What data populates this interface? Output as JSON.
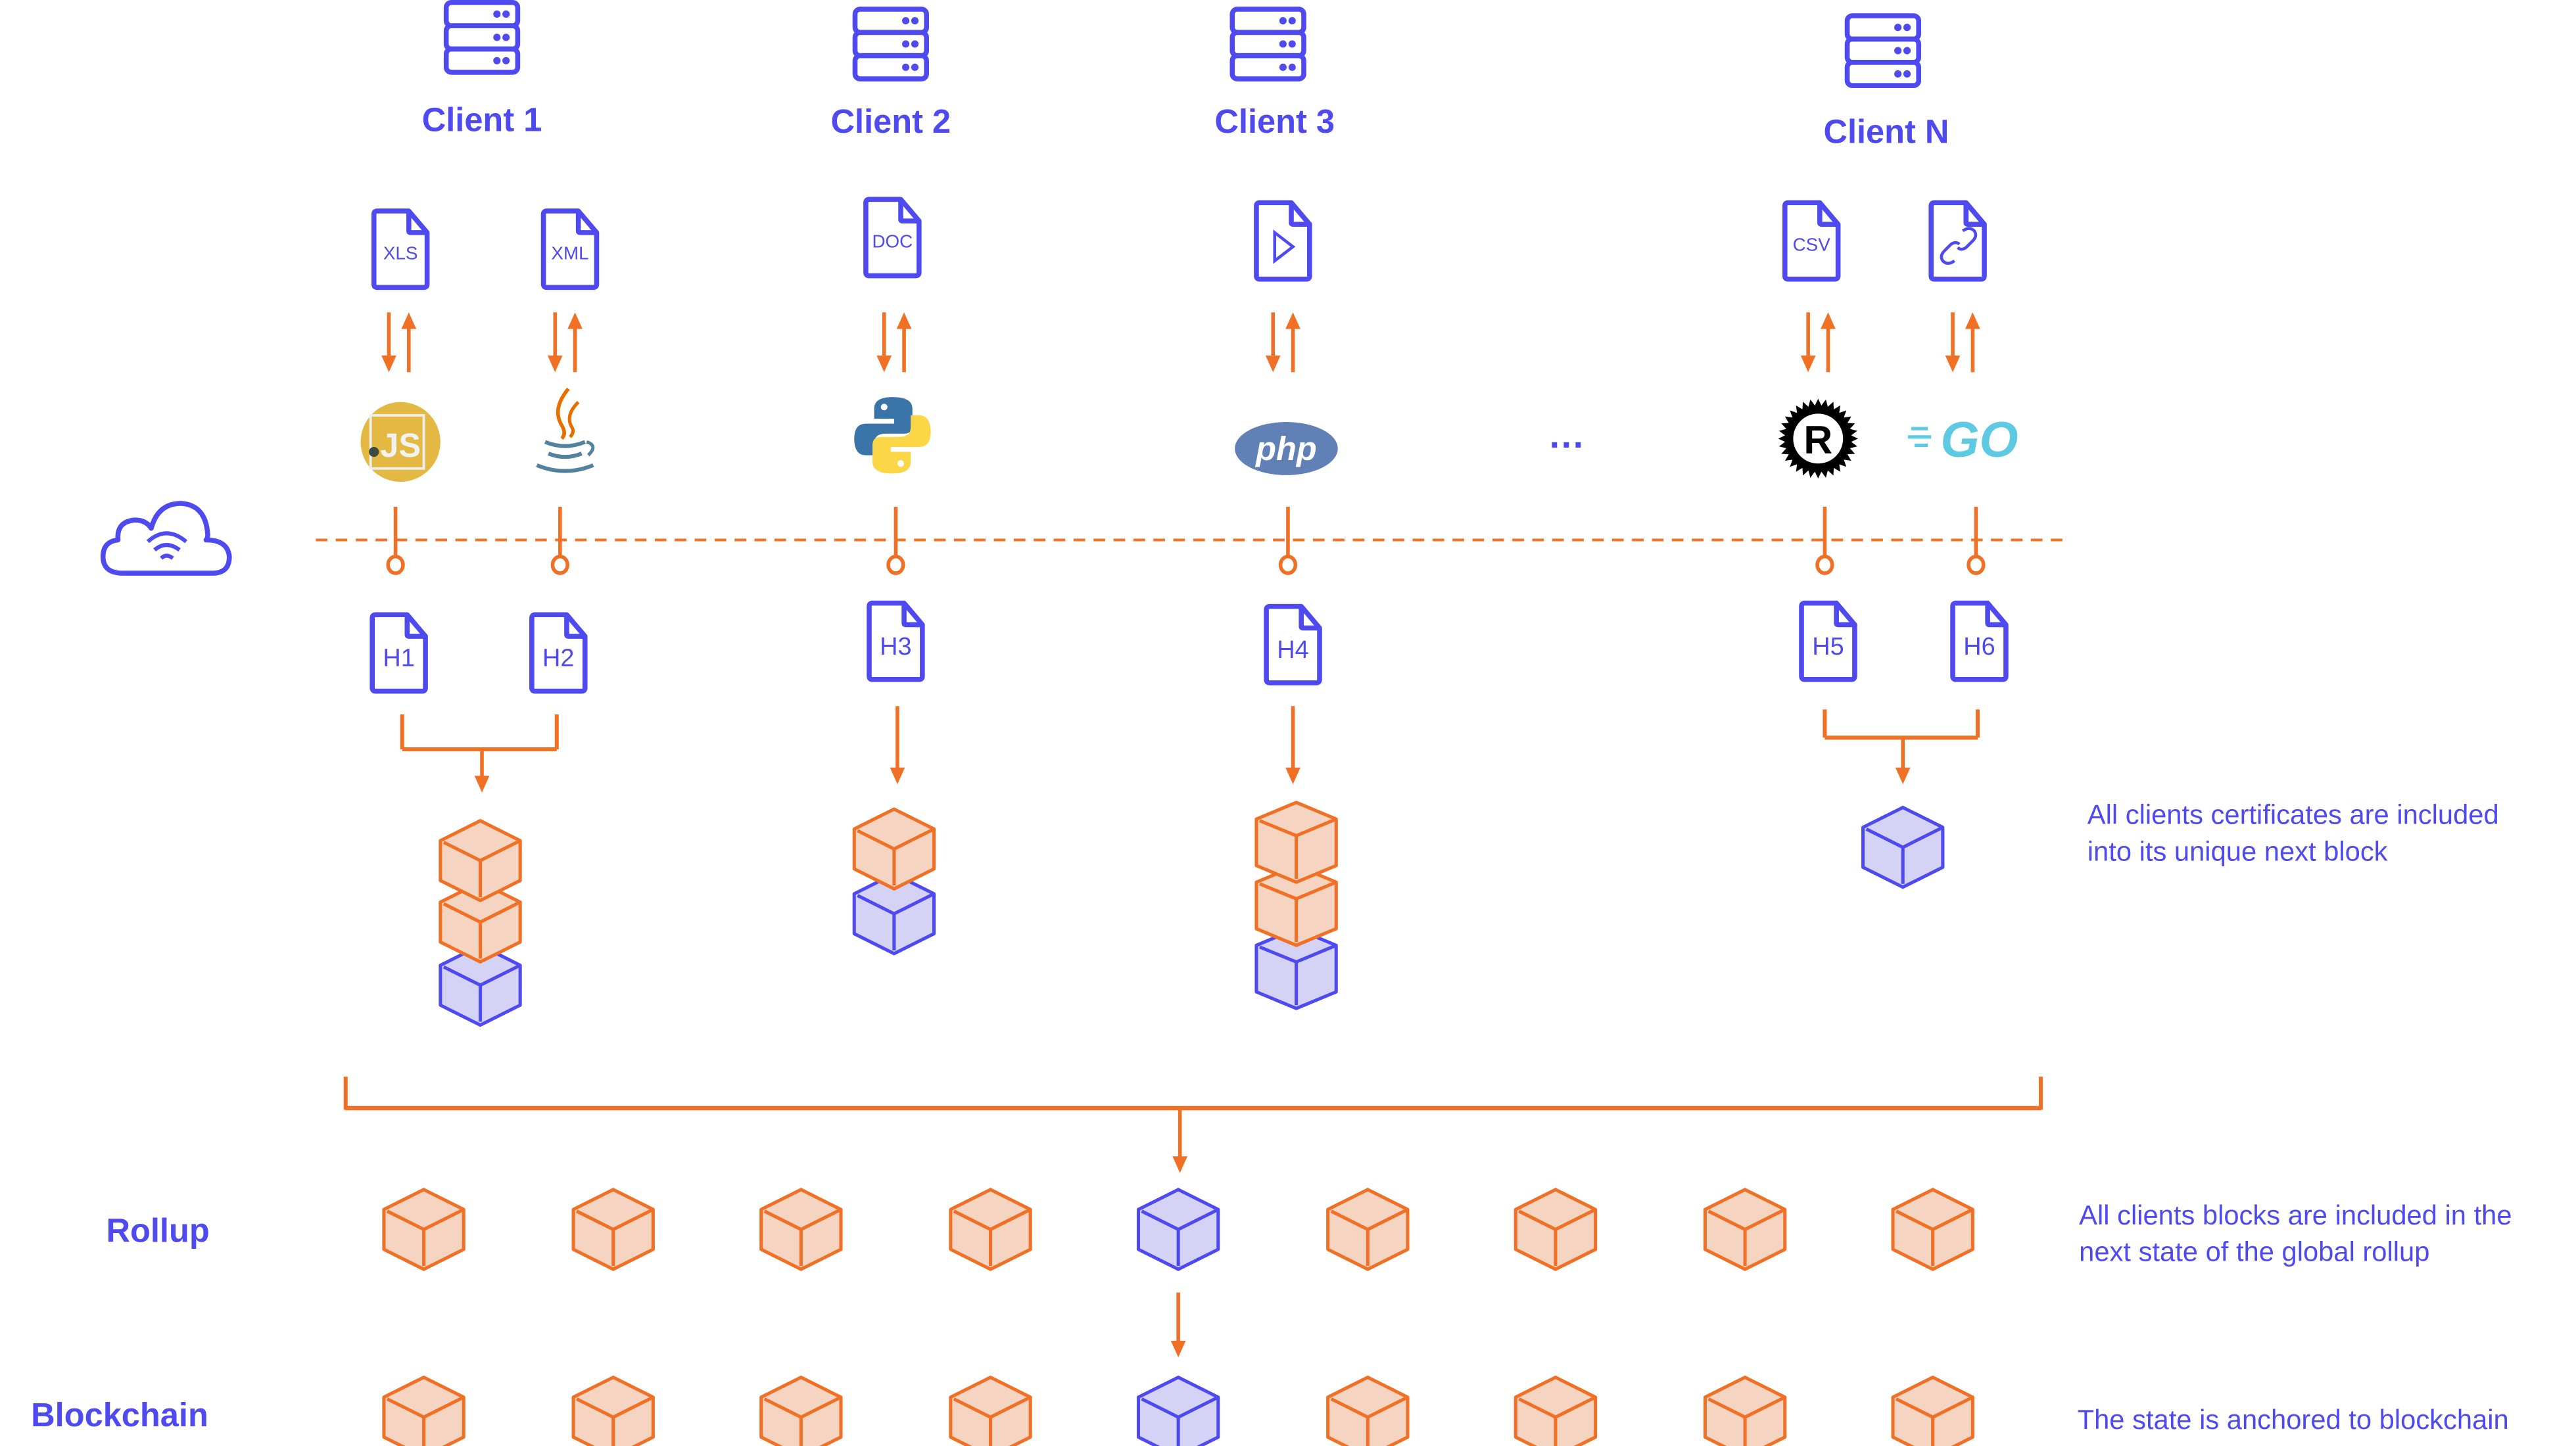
{
  "colors": {
    "primary": "#4f4af0",
    "accent": "#f07026",
    "orange_fill": "#f5d4c1",
    "blue_fill": "#d4d3f5"
  },
  "clients": [
    {
      "label": "Client 1",
      "files": [
        {
          "icon": "xls-file-icon",
          "text": "XLS"
        },
        {
          "icon": "xml-file-icon",
          "text": "XML"
        }
      ],
      "languages": [
        "javascript-logo",
        "java-logo"
      ],
      "hashes": [
        "H1",
        "H2"
      ],
      "stack": [
        "orange",
        "orange",
        "blue"
      ]
    },
    {
      "label": "Client 2",
      "files": [
        {
          "icon": "doc-file-icon",
          "text": "DOC"
        }
      ],
      "languages": [
        "python-logo"
      ],
      "hashes": [
        "H3"
      ],
      "stack": [
        "orange",
        "blue"
      ]
    },
    {
      "label": "Client 3",
      "files": [
        {
          "icon": "video-file-icon",
          "text": ""
        }
      ],
      "languages": [
        "php-logo"
      ],
      "hashes": [
        "H4"
      ],
      "stack": [
        "orange",
        "orange",
        "blue"
      ]
    },
    {
      "label": "Client N",
      "files": [
        {
          "icon": "csv-file-icon",
          "text": "CSV"
        },
        {
          "icon": "link-file-icon",
          "text": ""
        }
      ],
      "languages": [
        "rust-logo",
        "go-logo"
      ],
      "hashes": [
        "H5",
        "H6"
      ],
      "stack": [
        "blue"
      ]
    }
  ],
  "language_texts": {
    "javascript": "JS",
    "php": "php",
    "rust": "R",
    "go": "GO"
  },
  "ellipsis": "...",
  "rows": {
    "rollup": {
      "label": "Rollup",
      "blocks": [
        "orange",
        "orange",
        "orange",
        "orange",
        "blue",
        "orange",
        "orange",
        "orange",
        "orange"
      ]
    },
    "blockchain": {
      "label": "Blockchain",
      "blocks": [
        "orange",
        "orange",
        "orange",
        "orange",
        "blue",
        "orange",
        "orange",
        "orange",
        "orange"
      ]
    }
  },
  "notes": {
    "client_blocks": [
      "All clients certificates are included",
      "into its unique next block"
    ],
    "rollup": [
      "All clients blocks are included in the",
      "next state of the global rollup"
    ],
    "blockchain": [
      "The state is anchored to blockchain"
    ]
  }
}
